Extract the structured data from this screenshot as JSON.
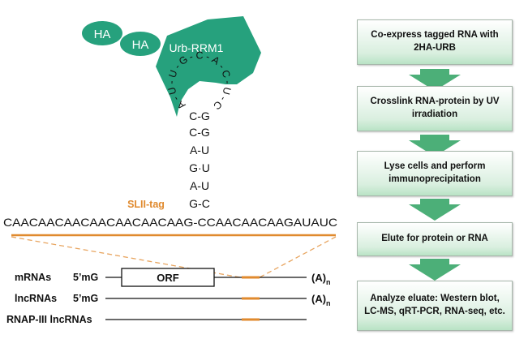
{
  "colors": {
    "protein_green": "#26a17d",
    "arrow_green": "#4caf78",
    "orange": "#e08a2e",
    "text": "#111111"
  },
  "protein": {
    "tag_1": "HA",
    "tag_2": "HA",
    "domain_label": "Urb-RRM1"
  },
  "loop_bases": [
    "A",
    "-",
    "U",
    "-",
    "U",
    "-",
    "G",
    "-",
    "C",
    "-",
    "A",
    "-",
    "C",
    "-",
    "U",
    "-",
    "C"
  ],
  "stem_pairs": [
    "C-G",
    "C-G",
    "A-U",
    "G·U",
    "A-U",
    "G-C"
  ],
  "slii_tag_label": "SLII-tag",
  "sequence": "CAACAACAACAACAACAACAAG-CCAACAACAAGAUAUC",
  "transcripts": [
    {
      "name": "mRNAs",
      "cap": "5’mG",
      "orf": "ORF",
      "polyA": "(A)",
      "polyA_sub": "n"
    },
    {
      "name": "lncRNAs",
      "cap": "5’mG",
      "polyA": "(A)",
      "polyA_sub": "n"
    },
    {
      "name": "RNAP-III lncRNAs"
    }
  ],
  "workflow": [
    "Co-express tagged RNA with 2HA-URB",
    "Crosslink RNA-protein by UV irradiation",
    "Lyse cells and perform immunoprecipitation",
    "Elute for protein or RNA",
    "Analyze eluate: Western blot, LC-MS, qRT-PCR, RNA-seq, etc."
  ]
}
